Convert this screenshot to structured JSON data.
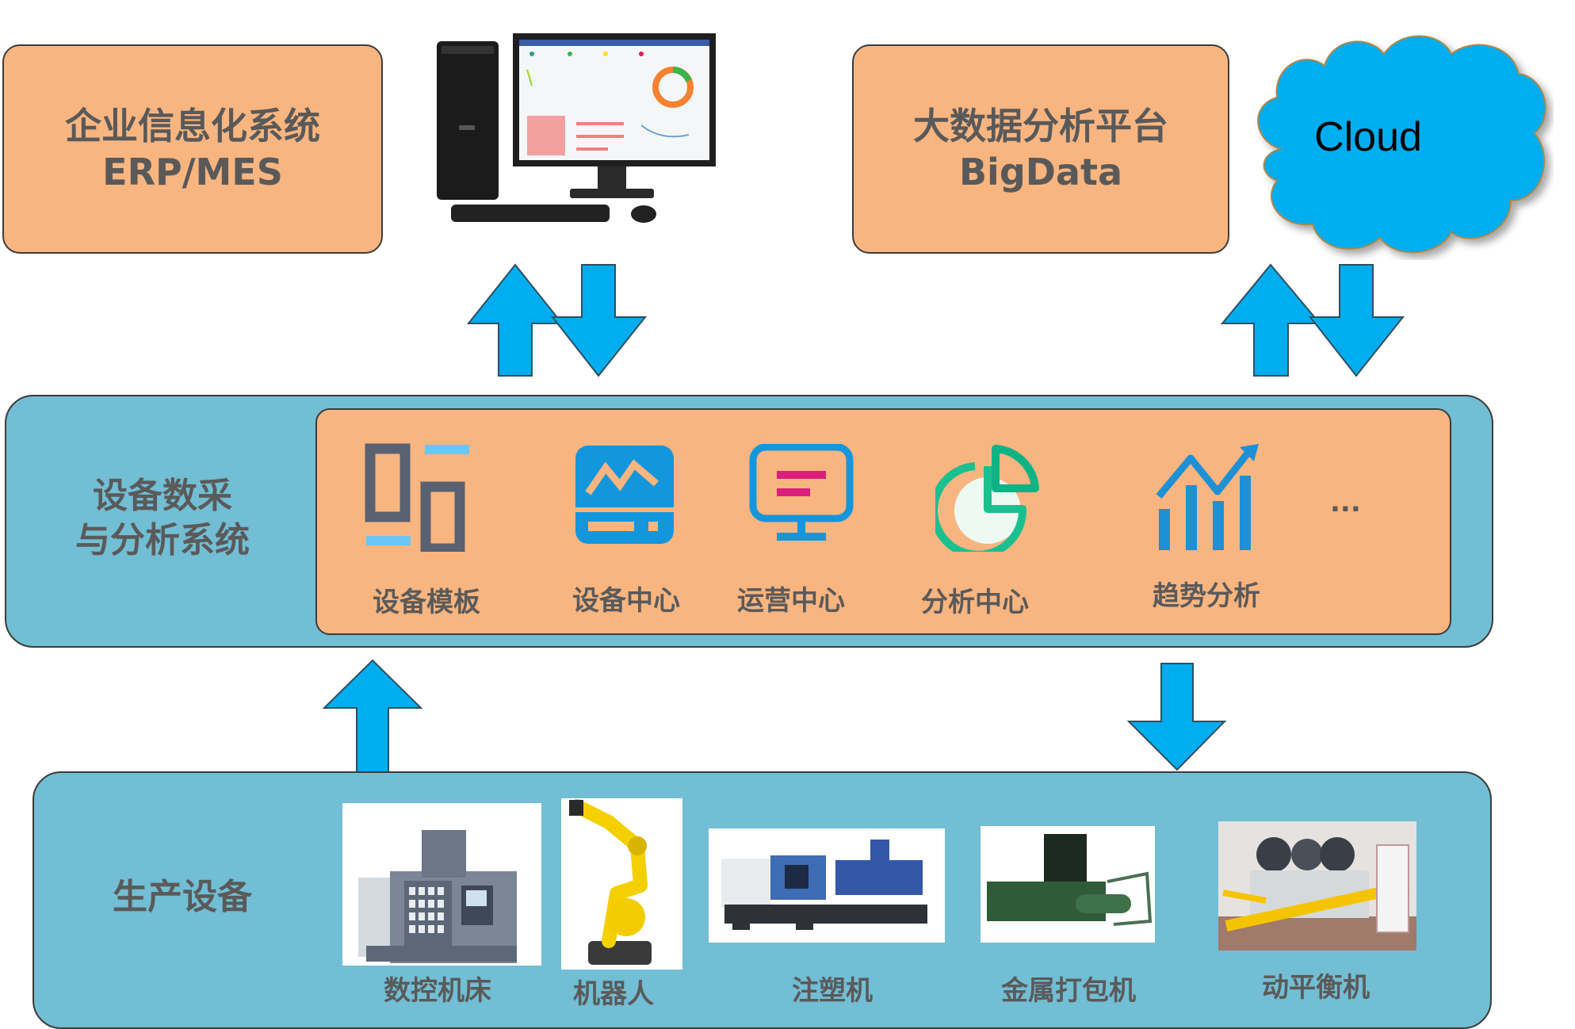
{
  "top": {
    "erp_box": {
      "line1": "企业信息化系统",
      "line2": "ERP/MES"
    },
    "bigdata_box": {
      "line1": "大数据分析平台",
      "line2": "BigData"
    },
    "cloud": {
      "label": "Cloud"
    },
    "computer": {
      "icon": "desktop-computer"
    }
  },
  "middle": {
    "title_line1": "设备数采",
    "title_line2": "与分析系统",
    "modules": [
      {
        "label": "设备模板",
        "icon": "template-icon"
      },
      {
        "label": "设备中心",
        "icon": "device-center-icon"
      },
      {
        "label": "运营中心",
        "icon": "monitor-icon"
      },
      {
        "label": "分析中心",
        "icon": "pie-chart-icon"
      },
      {
        "label": "趋势分析",
        "icon": "trend-chart-icon"
      }
    ],
    "more": "..."
  },
  "bottom": {
    "title": "生产设备",
    "equipment": [
      {
        "label": "数控机床",
        "icon": "cnc-machine"
      },
      {
        "label": "机器人",
        "icon": "robot-arm"
      },
      {
        "label": "注塑机",
        "icon": "injection-molding-machine"
      },
      {
        "label": "金属打包机",
        "icon": "metal-baler"
      },
      {
        "label": "动平衡机",
        "icon": "balancing-machine"
      }
    ]
  },
  "colors": {
    "orange": "#f8b580",
    "band": "#72bed4",
    "arrow": "#00adef",
    "cloud": "#00adef",
    "text": "#595959"
  }
}
